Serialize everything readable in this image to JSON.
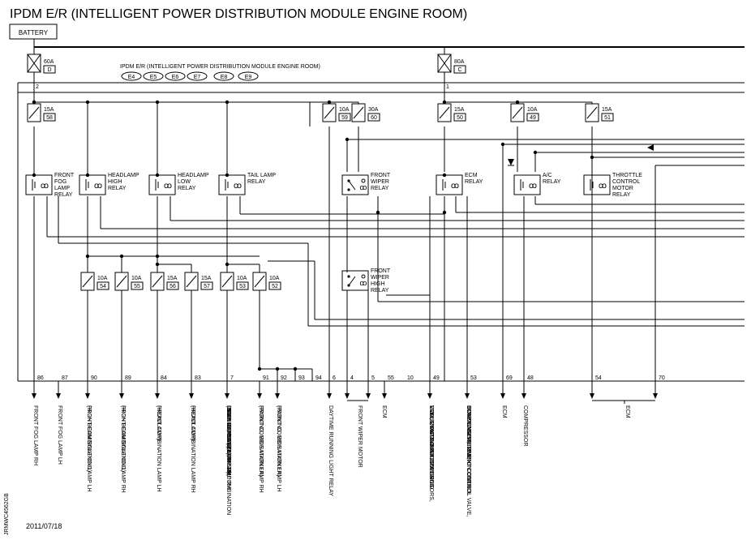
{
  "title": "IPDM E/R (INTELLIGENT POWER DISTRIBUTION MODULE ENGINE ROOM)",
  "battery_label": "BATTERY",
  "module_label": "IPDM E/R (INTELLIGENT POWER DISTRIBUTION MODULE ENGINE ROOM)",
  "connectors": [
    "E4",
    "E5",
    "E6",
    "E7",
    "E8",
    "E9"
  ],
  "fusible_links": [
    {
      "amps": "60A",
      "id": "D",
      "node": "2"
    },
    {
      "amps": "80A",
      "id": "C",
      "node": "1"
    }
  ],
  "top_fuses": [
    {
      "amps": "15A",
      "num": "58"
    },
    {
      "amps": "10A",
      "num": "59"
    },
    {
      "amps": "30A",
      "num": "60"
    },
    {
      "amps": "15A",
      "num": "50"
    },
    {
      "amps": "10A",
      "num": "49"
    },
    {
      "amps": "15A",
      "num": "51"
    }
  ],
  "relays": [
    {
      "lines": [
        "FRONT",
        "FOG",
        "LAMP",
        "RELAY"
      ]
    },
    {
      "lines": [
        "HEADLAMP",
        "HIGH",
        "RELAY"
      ]
    },
    {
      "lines": [
        "HEADLAMP",
        "LOW",
        "RELAY"
      ]
    },
    {
      "lines": [
        "TAIL LAMP",
        "RELAY"
      ]
    },
    {
      "lines": [
        "FRONT",
        "WIPER",
        "RELAY"
      ]
    },
    {
      "lines": [
        "ECM",
        "RELAY"
      ]
    },
    {
      "lines": [
        "A/C",
        "RELAY"
      ]
    },
    {
      "lines": [
        "THROTTLE",
        "CONTROL",
        "MOTOR",
        "RELAY"
      ]
    },
    {
      "lines": [
        "FRONT",
        "WIPER",
        "HIGH",
        "RELAY"
      ]
    }
  ],
  "lower_fuses": [
    {
      "amps": "10A",
      "num": "54"
    },
    {
      "amps": "10A",
      "num": "55"
    },
    {
      "amps": "15A",
      "num": "56"
    },
    {
      "amps": "15A",
      "num": "57"
    },
    {
      "amps": "10A",
      "num": "53"
    },
    {
      "amps": "10A",
      "num": "52"
    }
  ],
  "terminals": [
    "86",
    "87",
    "90",
    "89",
    "84",
    "83",
    "7",
    "91",
    "92",
    "93",
    "94",
    "6",
    "4",
    "5",
    "55",
    "10",
    "49",
    "53",
    "69",
    "48",
    "54",
    "70"
  ],
  "outputs": [
    {
      "lines": [
        "FRONT FOG LAMP RH"
      ]
    },
    {
      "lines": [
        "FRONT FOG LAMP LH"
      ]
    },
    {
      "lines": [
        "FRONT COMBINATION LAMP LH",
        "(HIGH BEAM SOLENOID)"
      ]
    },
    {
      "lines": [
        "FRONT COMBINATION LAMP RH",
        "(HIGH BEAM SOLENOID)"
      ]
    },
    {
      "lines": [
        "FRONT COMBINATION LAMP LH",
        "(HEADLAMP)"
      ]
    },
    {
      "lines": [
        "FRONT COMBINATION LAMP RH",
        "(HEADLAMP)"
      ]
    },
    {
      "lines": [
        "FUSE BLOCK (J/B), REAR COMBINATION",
        "LAMP LH, SIDE MARKER),",
        "REAR COMBINATION LAMP RH",
        "(SIDE MARKER),",
        "LICENSE PLATE LAMP LH,",
        "LICENSE PLATE LAMP RH"
      ]
    },
    {
      "lines": [
        "FRONT COMBINATION LAMP RH",
        "(PARKING, SIDE MARKER)"
      ]
    },
    {
      "lines": [
        "FRONT COMBINATION LAMP LH",
        "(PARKING, SIDE MARKER)"
      ]
    },
    {
      "lines": [
        "DAYTIME RUNNING LIGHT RELAY"
      ]
    },
    {
      "lines": [
        "FRONT WIPER MOTOR"
      ]
    },
    {
      "lines": [
        "ECM"
      ]
    },
    {
      "lines": [
        "ECM, EVAP CANISTER PURGE",
        "VOLUME CONTROL SOLENOID",
        "VALVE, MASS AIR FLOW SENSORS,",
        "VVEL CONTROL MODULE"
      ]
    },
    {
      "lines": [
        "EVAP CANISTER VENT CONTROL VALVE,",
        "INTAKE VALVE TIMING CONTROL",
        "SOLENOID VALVES,",
        "CONDENSER, IGNITION COILS"
      ]
    },
    {
      "lines": [
        "ECM"
      ]
    },
    {
      "lines": [
        "COMPRESSOR"
      ]
    },
    {
      "lines": [
        "ECM"
      ]
    }
  ],
  "side_code": "JRMWC4562GB",
  "date": "2011/07/18"
}
